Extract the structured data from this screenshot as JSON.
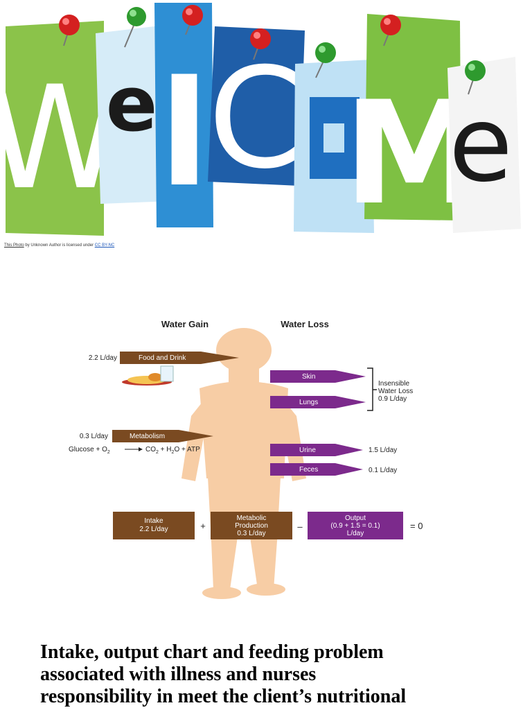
{
  "banner": {
    "letters": [
      "W",
      "e",
      "l",
      "C",
      "o",
      "M",
      "e"
    ],
    "credit": {
      "prefix": "This Photo",
      "middle": " by Unknown Author is licensed under ",
      "license": "CC BY-NC"
    }
  },
  "diagram": {
    "gain_title": "Water Gain",
    "loss_title": "Water Loss",
    "food": {
      "amount": "2.2 L/day",
      "label": "Food and Drink"
    },
    "metabolism": {
      "amount": "0.3 L/day",
      "label": "Metabolism"
    },
    "equation": {
      "glucose": "Glucose + O",
      "sub2": "2",
      "co2": "CO",
      "plus_h": " + H",
      "o_atp": "O + ATP"
    },
    "skin_label": "Skin",
    "lungs_label": "Lungs",
    "insensible": [
      "Insensible",
      "Water Loss",
      "0.9 L/day"
    ],
    "urine": {
      "label": "Urine",
      "amount": "1.5 L/day"
    },
    "feces": {
      "label": "Feces",
      "amount": "0.1 L/day"
    },
    "boxes": {
      "intake": [
        "Intake",
        "2.2 L/day"
      ],
      "metabolic": [
        "Metabolic",
        "Production",
        "0.3 L/day"
      ],
      "output": [
        "Output",
        "(0.9 + 1.5 = 0.1)",
        "L/day"
      ]
    },
    "ops": {
      "plus": "+",
      "minus": "–",
      "equals": "= 0"
    },
    "colors": {
      "brown": "#7a4a21",
      "purple": "#7c2a8c",
      "body": "#f7cda5"
    }
  },
  "heading": {
    "lines": [
      "Intake, output chart and feeding problem",
      "associated with illness and nurses",
      "responsibility in meet the client’s nutritional"
    ]
  }
}
